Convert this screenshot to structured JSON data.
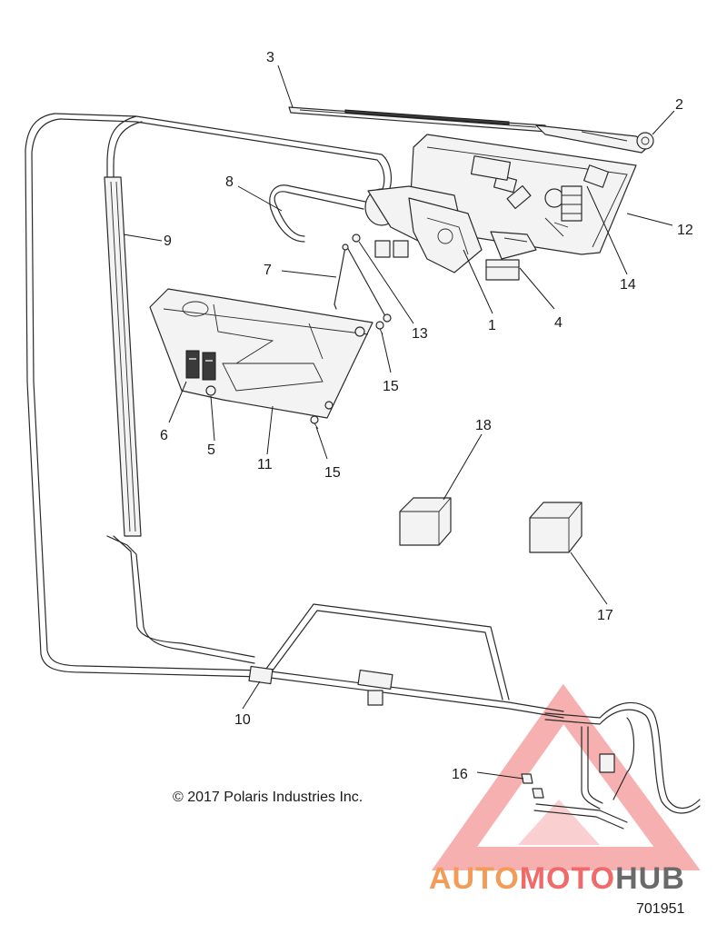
{
  "labels": {
    "p1": "1",
    "p2": "2",
    "p3": "3",
    "p4": "4",
    "p5": "5",
    "p6": "6",
    "p7": "7",
    "p8": "8",
    "p9": "9",
    "p10": "10",
    "p11": "11",
    "p12": "12",
    "p13": "13",
    "p14": "14",
    "p15a": "15",
    "p15b": "15",
    "p16": "16",
    "p17": "17",
    "p18": "18"
  },
  "copyright": "© 2017 Polaris Industries Inc.",
  "diagram_id": "701951",
  "watermark": {
    "part1": "AUTO",
    "part2": "MOTO",
    "part3": "HUB",
    "color_primary": "#f39c5a",
    "color_secondary": "#f06a6a",
    "color_tertiary": "#6a6a6a"
  }
}
